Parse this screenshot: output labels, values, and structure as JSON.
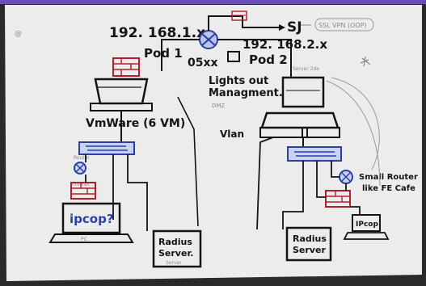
{
  "paper": {
    "color": "#ededed",
    "topbar": "#6a4fb0"
  },
  "colors": {
    "ink": "#141414",
    "firewall": "#b0202c",
    "switch": "#2b3fa6",
    "pencil": "#9a9a9a"
  },
  "labels": {
    "net1": "192. 168.1.x",
    "net2": "192. 168.2.x",
    "sj": "SJ",
    "ssl_vpn": "SSL VPN (OOP)",
    "pod1": "Pod 1",
    "pod2": "Pod 2",
    "router_code": "05xx",
    "lights_out": "Lights out",
    "management": "Managment.",
    "vmware": "VmWare (6 VM)",
    "vlan": "Vlan",
    "small_router": "Small Router",
    "like_fe": "like FE Cafe",
    "ipcop_left": "ipcop?",
    "ipcop_right": "IPcop",
    "radius_left_1": "Radius",
    "radius_left_2": "Server.",
    "radius_right_1": "Radius",
    "radius_right_2": "Server",
    "pc_left": "PC",
    "server_small": "Server",
    "router_small": "Router",
    "firewall_small": "Firewall",
    "server_fax": "Server 2de",
    "dmz_note": "DMZ"
  },
  "icons": [
    "router-icon",
    "firewall-icon",
    "switch-icon",
    "server-icon",
    "laptop-icon",
    "monitor-icon"
  ]
}
